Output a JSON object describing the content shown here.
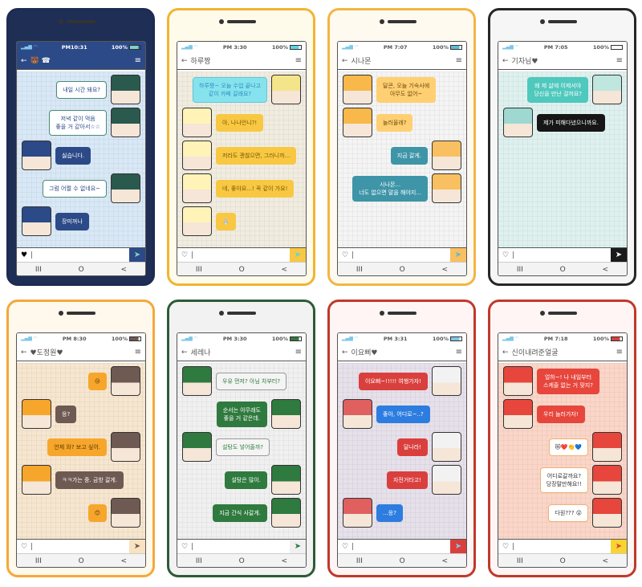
{
  "phones": [
    {
      "time": "PM10:31",
      "battery": "100%",
      "title": "🐻 ☎",
      "frame": "#1d2b52",
      "body": "#1f2e55",
      "header_bg": "#2c4a87",
      "header_fg": "#ffffff",
      "chat_bg": "#d9e8f6",
      "send_bg": "#2c4a87",
      "send_fg": "#7fd1c4",
      "heart": "♥",
      "messages": [
        {
          "side": "r",
          "text": "내일 시간 돼요?",
          "bg": "#ffffff",
          "fg": "#2c4a87",
          "border": "#4a8a7a",
          "av": "#2a5a4e"
        },
        {
          "side": "r",
          "text": "저녁 같이 먹음\n좋을 거 같아서☆☆",
          "bg": "#ffffff",
          "fg": "#2c4a87",
          "border": "#4a8a7a",
          "av": "#2a5a4e"
        },
        {
          "side": "l",
          "text": "싫습니다.",
          "bg": "#2c4a87",
          "fg": "#ffffff",
          "border": "#2c4a87",
          "av": "#2c4a87"
        },
        {
          "side": "r",
          "text": "그럼 어쩔 수 없네요~",
          "bg": "#ffffff",
          "fg": "#2c4a87",
          "border": "#4a8a7a",
          "av": "#2a5a4e"
        },
        {
          "side": "l",
          "text": "장미꺼나",
          "bg": "#2c4a87",
          "fg": "#ffffff",
          "border": "#2c4a87",
          "av": "#2c4a87"
        }
      ]
    },
    {
      "time": "PM 3:30",
      "battery": "100%",
      "title": "하루짱",
      "frame": "#f2b431",
      "body": "#fffbea",
      "header_bg": "#ffffff",
      "header_fg": "#555555",
      "chat_bg": "#f1ece0",
      "send_bg": "#f8c843",
      "send_fg": "#5fd3e0",
      "heart": "♡",
      "messages": [
        {
          "side": "r",
          "text": "하루짱~ 오늘 수업 끝나고\n같이 카페 갈래요?",
          "bg": "#86e3ee",
          "fg": "#2a8fc0",
          "border": "#5cc9dd",
          "av": "#f4e58a"
        },
        {
          "side": "l",
          "text": "아, 나나언니?!",
          "bg": "#f8c843",
          "fg": "#7a5600",
          "border": "#f8c843",
          "av": "#fff3b8"
        },
        {
          "side": "l",
          "text": "저라도 괜찮으면, 그러니까...",
          "bg": "#f8c843",
          "fg": "#7a5600",
          "border": "#f8c843",
          "av": "#fff3b8"
        },
        {
          "side": "l",
          "text": "네, 좋아요...! 꼭 같이 가요!",
          "bg": "#f8c843",
          "fg": "#7a5600",
          "border": "#f8c843",
          "av": "#fff3b8"
        },
        {
          "side": "l",
          "text": "🐰",
          "bg": "#f8c843",
          "fg": "#7a5600",
          "border": "#f8c843",
          "av": "#fff3b8"
        }
      ]
    },
    {
      "time": "PM 7:07",
      "battery": "100%",
      "title": "시나몬",
      "frame": "#f3b544",
      "body": "#fffaf0",
      "header_bg": "#ffffff",
      "header_fg": "#555555",
      "chat_bg": "#f4f4f4",
      "send_bg": "#f8c060",
      "send_fg": "#5fb8d8",
      "heart": "♡",
      "messages": [
        {
          "side": "l",
          "text": "달콘, 오늘 기숙사에\n아무도 없어~",
          "bg": "#ffcf72",
          "fg": "#6b4a10",
          "border": "#ffcf72",
          "av": "#f8b84a"
        },
        {
          "side": "l",
          "text": "놀러올래?",
          "bg": "#ffcf72",
          "fg": "#6b4a10",
          "border": "#ffcf72",
          "av": "#f8b84a"
        },
        {
          "side": "r",
          "text": "지금 갈게.",
          "bg": "#3e95a8",
          "fg": "#ffffff",
          "border": "#3e95a8",
          "av": "#f8c060"
        },
        {
          "side": "r",
          "text": "시나몬...\n너도 없으면 말을 해야지...",
          "bg": "#3e95a8",
          "fg": "#ffffff",
          "border": "#3e95a8",
          "av": "#f8c060"
        }
      ]
    },
    {
      "time": "PM 7:05",
      "battery": "100%",
      "title": "기자님♥",
      "frame": "#262626",
      "body": "#f6f6f6",
      "header_bg": "#ffffff",
      "header_fg": "#555555",
      "chat_bg": "#dff1ef",
      "send_bg": "#1a1a1a",
      "send_fg": "#ffffff",
      "heart": "♡",
      "messages": [
        {
          "side": "r",
          "text": "왜 제 삶에 이제서야\n당신을 만난 걸까요?",
          "bg": "#4fc8bd",
          "fg": "#ffffff",
          "border": "#4fc8bd",
          "av": "#bfe6df"
        },
        {
          "side": "l",
          "text": "제가 피해다녔으니까요.",
          "bg": "#161616",
          "fg": "#ffffff",
          "border": "#161616",
          "av": "#9fd8d0"
        }
      ]
    },
    {
      "time": "PM 8:30",
      "battery": "100%",
      "title": "♥도정원♥",
      "frame": "#f3a93a",
      "body": "#fff8ec",
      "header_bg": "#ffffff",
      "header_fg": "#555555",
      "chat_bg": "#f7e6cf",
      "send_bg": "#f8e2c0",
      "send_fg": "#6e5a52",
      "heart": "♡",
      "messages": [
        {
          "side": "r",
          "text": "😢",
          "bg": "#f7a62c",
          "fg": "#5a3a00",
          "border": "#f7a62c",
          "av": "#6e5a52"
        },
        {
          "side": "l",
          "text": "응?",
          "bg": "#6e5a52",
          "fg": "#ffffff",
          "border": "#6e5a52",
          "av": "#f7a62c"
        },
        {
          "side": "r",
          "text": "언제 와? 보고 싶어.",
          "bg": "#f7a62c",
          "fg": "#5a3a00",
          "border": "#f7a62c",
          "av": "#6e5a52"
        },
        {
          "side": "l",
          "text": "ㅋㅋ가는 중. 금방 갈게.",
          "bg": "#6e5a52",
          "fg": "#ffffff",
          "border": "#6e5a52",
          "av": "#f7a62c"
        },
        {
          "side": "r",
          "text": "😊",
          "bg": "#f7a62c",
          "fg": "#5a3a00",
          "border": "#f7a62c",
          "av": "#6e5a52"
        }
      ]
    },
    {
      "time": "PM 3:30",
      "battery": "100%",
      "title": "세레나",
      "frame": "#2e5a36",
      "body": "#f2f2f2",
      "header_bg": "#ffffff",
      "header_fg": "#555555",
      "chat_bg": "#f0f0f0",
      "send_bg": "#f0f0f0",
      "send_fg": "#2f7a3e",
      "heart": "♡",
      "messages": [
        {
          "side": "l",
          "text": "우유 먼저? 아님 차부터?",
          "bg": "#f4f4f4",
          "fg": "#2f7a3e",
          "border": "#999999",
          "av": "#2f7a3e"
        },
        {
          "side": "r",
          "text": "순서는 아무래도\n좋을 거 같은데.",
          "bg": "#2f7a3e",
          "fg": "#ffffff",
          "border": "#2f7a3e",
          "av": "#2f7a3e"
        },
        {
          "side": "l",
          "text": "설탕도 넣어줄까?",
          "bg": "#f4f4f4",
          "fg": "#2f7a3e",
          "border": "#999999",
          "av": "#2f7a3e"
        },
        {
          "side": "r",
          "text": "설탕은 많이.",
          "bg": "#2f7a3e",
          "fg": "#ffffff",
          "border": "#2f7a3e",
          "av": "#2f7a3e"
        },
        {
          "side": "r",
          "text": "지금 간식 사갈게.",
          "bg": "#2f7a3e",
          "fg": "#ffffff",
          "border": "#2f7a3e",
          "av": "#2f7a3e"
        }
      ]
    },
    {
      "time": "PM 3:31",
      "battery": "100%",
      "title": "이요삐♥",
      "frame": "#c0392b",
      "body": "#fff5f5",
      "header_bg": "#ffffff",
      "header_fg": "#555555",
      "chat_bg": "#e6e0ea",
      "send_bg": "#d9403d",
      "send_fg": "#7fc6e8",
      "heart": "♡",
      "messages": [
        {
          "side": "r",
          "text": "이요삐~!!!!! 여행가자!",
          "bg": "#d9403d",
          "fg": "#ffffff",
          "border": "#d9403d",
          "av": "#f2f2f2"
        },
        {
          "side": "l",
          "text": "좋아, 어디로~..?",
          "bg": "#2d7de0",
          "fg": "#ffffff",
          "border": "#2d7de0",
          "av": "#e06060"
        },
        {
          "side": "r",
          "text": "달나라!",
          "bg": "#d9403d",
          "fg": "#ffffff",
          "border": "#d9403d",
          "av": "#f2f2f2"
        },
        {
          "side": "r",
          "text": "자전거타고!",
          "bg": "#d9403d",
          "fg": "#ffffff",
          "border": "#d9403d",
          "av": "#f2f2f2"
        },
        {
          "side": "l",
          "text": "...응?",
          "bg": "#2d7de0",
          "fg": "#ffffff",
          "border": "#2d7de0",
          "av": "#e06060"
        }
      ]
    },
    {
      "time": "PM 7:18",
      "battery": "100%",
      "title": "신이내려준얼굴",
      "frame": "#c0392b",
      "body": "#fff5f5",
      "header_bg": "#ffffff",
      "header_fg": "#555555",
      "chat_bg": "#fbd6c8",
      "send_bg": "#f8d430",
      "send_fg": "#d9403d",
      "heart": "♡",
      "messages": [
        {
          "side": "l",
          "text": "얼하~! 나 내일부터\n스케줄 없는 거 맞지?",
          "bg": "#e7463c",
          "fg": "#ffffff",
          "border": "#e7463c",
          "av": "#e7463c"
        },
        {
          "side": "l",
          "text": "우리 놀러가자!",
          "bg": "#e7463c",
          "fg": "#ffffff",
          "border": "#e7463c",
          "av": "#e7463c"
        },
        {
          "side": "r",
          "text": "😻❤️👏💙",
          "bg": "#ffffff",
          "fg": "#333333",
          "border": "#f0b070",
          "av": "#e7463c"
        },
        {
          "side": "r",
          "text": "어디로갈까요?\n당장말만해요!!",
          "bg": "#ffffff",
          "fg": "#333333",
          "border": "#f0b070",
          "av": "#e7463c"
        },
        {
          "side": "r",
          "text": "다원??? 😮",
          "bg": "#ffffff",
          "fg": "#333333",
          "border": "#f0b070",
          "av": "#e7463c"
        }
      ]
    }
  ],
  "nav": {
    "recent": "III",
    "home": "O",
    "back": "<"
  },
  "icons": {
    "back": "←",
    "menu": "≡",
    "send": "➤",
    "signal": "▂▄▆ ◠"
  }
}
